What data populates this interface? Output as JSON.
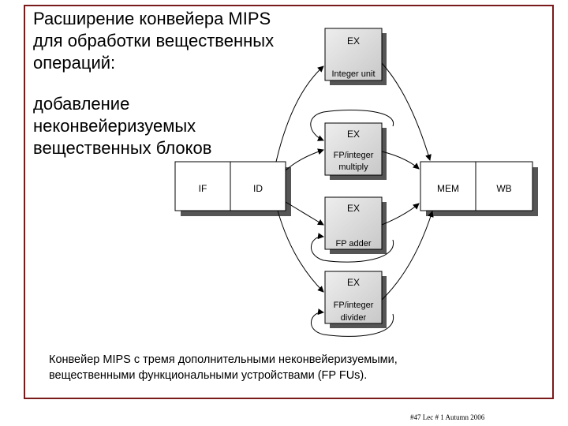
{
  "slide": {
    "title": "Расширение конвейера MIPS\nдля обработки вещественных\nопераций:",
    "subtitle": "добавление\nнеконвейеризуемых\nвещественных блоков",
    "caption": "Конвейер MIPS с тремя дополнительными неконвейеризуемыми,\nвещественными функциональными устройствами (FP FUs).",
    "footer": "#47   Lec # 1  Autumn 2006"
  },
  "diagram": {
    "if_label": "IF",
    "id_label": "ID",
    "mem_label": "MEM",
    "wb_label": "WB",
    "units": [
      {
        "ex": "EX",
        "name": "Integer unit"
      },
      {
        "ex": "EX",
        "name_line1": "FP/integer",
        "name_line2": "multiply"
      },
      {
        "ex": "EX",
        "name": "FP adder"
      },
      {
        "ex": "EX",
        "name_line1": "FP/integer",
        "name_line2": "divider"
      }
    ]
  },
  "colors": {
    "frame": "#7a1a1a",
    "unit_fill": "#d6d6d6",
    "shadow": "#555555"
  }
}
